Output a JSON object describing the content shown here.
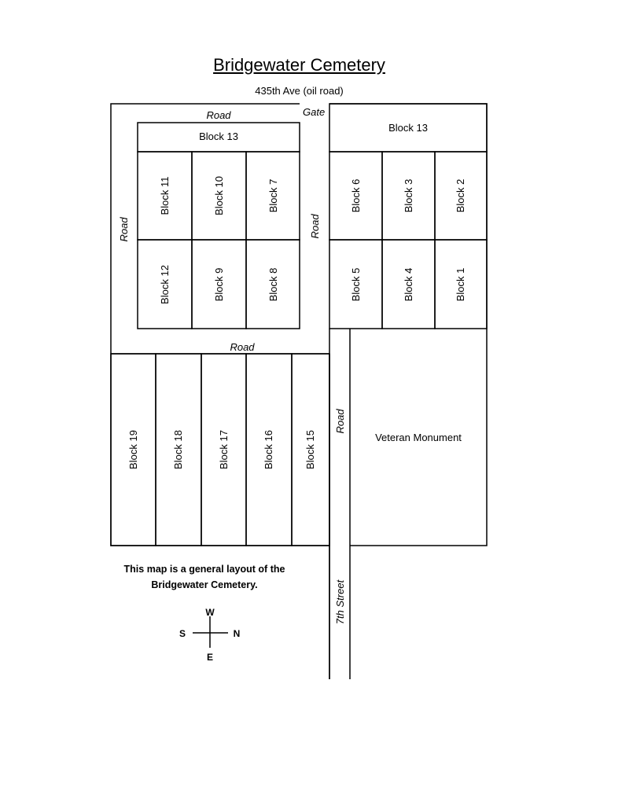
{
  "header": {
    "title": "Bridgewater Cemetery",
    "subtitle": "435th Ave (oil road)"
  },
  "map": {
    "gate_label": "Gate",
    "road_label": "Road",
    "street_label": "7th Street",
    "monument_label": "Veteran Monument",
    "blocks": {
      "block_13_west": "Block 13",
      "block_13_east": "Block 13",
      "block_1": "Block 1",
      "block_2": "Block 2",
      "block_3": "Block 3",
      "block_4": "Block 4",
      "block_5": "Block 5",
      "block_6": "Block 6",
      "block_7": "Block 7",
      "block_8": "Block 8",
      "block_9": "Block 9",
      "block_10": "Block 10",
      "block_11": "Block 11",
      "block_12": "Block 12",
      "block_15": "Block 15",
      "block_16": "Block 16",
      "block_17": "Block 17",
      "block_18": "Block 18",
      "block_19": "Block 19"
    }
  },
  "note": {
    "line1": "This map is a general layout of the",
    "line2": "Bridgewater Cemetery."
  },
  "compass": {
    "north": "N",
    "south": "S",
    "east": "E",
    "west": "W"
  }
}
